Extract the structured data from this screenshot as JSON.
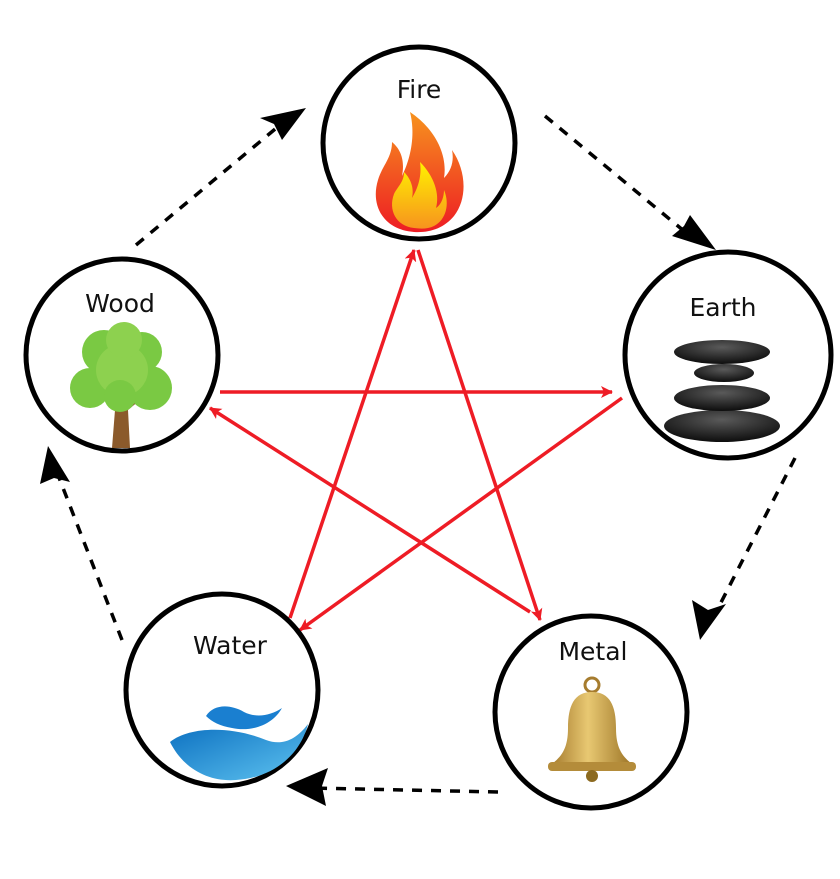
{
  "elements": {
    "fire": {
      "label": "Fire",
      "icon": "flame-icon"
    },
    "earth": {
      "label": "Earth",
      "icon": "stacked-stones-icon"
    },
    "metal": {
      "label": "Metal",
      "icon": "bell-icon"
    },
    "water": {
      "label": "Water",
      "icon": "wave-icon"
    },
    "wood": {
      "label": "Wood",
      "icon": "tree-icon"
    }
  },
  "generating_cycle": [
    {
      "from": "Fire",
      "to": "Earth"
    },
    {
      "from": "Earth",
      "to": "Metal"
    },
    {
      "from": "Metal",
      "to": "Water"
    },
    {
      "from": "Water",
      "to": "Wood"
    },
    {
      "from": "Wood",
      "to": "Fire"
    }
  ],
  "controlling_cycle": [
    {
      "from": "Fire",
      "to": "Metal"
    },
    {
      "from": "Metal",
      "to": "Wood"
    },
    {
      "from": "Wood",
      "to": "Earth"
    },
    {
      "from": "Earth",
      "to": "Water"
    },
    {
      "from": "Water",
      "to": "Fire"
    }
  ],
  "colors": {
    "circle_stroke": "#000000",
    "generating_arrow": "#000000",
    "controlling_arrow": "#ee1c25",
    "flame_outer": "#f15a24",
    "flame_inner": "#fbb03b",
    "stone": "#1f1f1f",
    "bell": "#c8a24a",
    "water": "#2b8fd6",
    "leaf": "#7ac943",
    "trunk": "#8b5a2b"
  }
}
